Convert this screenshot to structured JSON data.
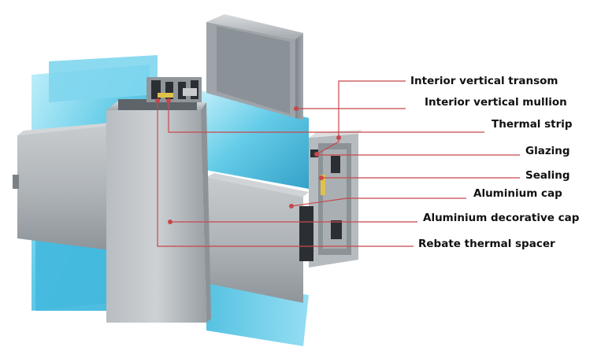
{
  "figure": {
    "subject": "curtain wall mullion-transom cross-section",
    "colors": {
      "glass_light": "#9fe4f5",
      "glass_mid": "#4fc3e3",
      "glass_dark": "#2a9cc6",
      "aluminium_light": "#cfd3d6",
      "aluminium_mid": "#a9afb4",
      "aluminium_dark": "#6e767c",
      "gasket": "#2b2f33",
      "leader_line": "#c8474b",
      "label_text": "#111111"
    },
    "labels": [
      {
        "id": "interior-vertical-transom",
        "text": "Interior vertical transom"
      },
      {
        "id": "interior-vertical-mullion",
        "text": "Interior vertical mullion"
      },
      {
        "id": "thermal-strip",
        "text": "Thermal strip"
      },
      {
        "id": "glazing",
        "text": "Glazing"
      },
      {
        "id": "sealing",
        "text": "Sealing"
      },
      {
        "id": "aluminium-cap",
        "text": "Aluminium cap"
      },
      {
        "id": "aluminium-decorative-cap",
        "text": "Aluminium decorative cap"
      },
      {
        "id": "rebate-thermal-spacer",
        "text": "Rebate thermal spacer"
      }
    ]
  }
}
